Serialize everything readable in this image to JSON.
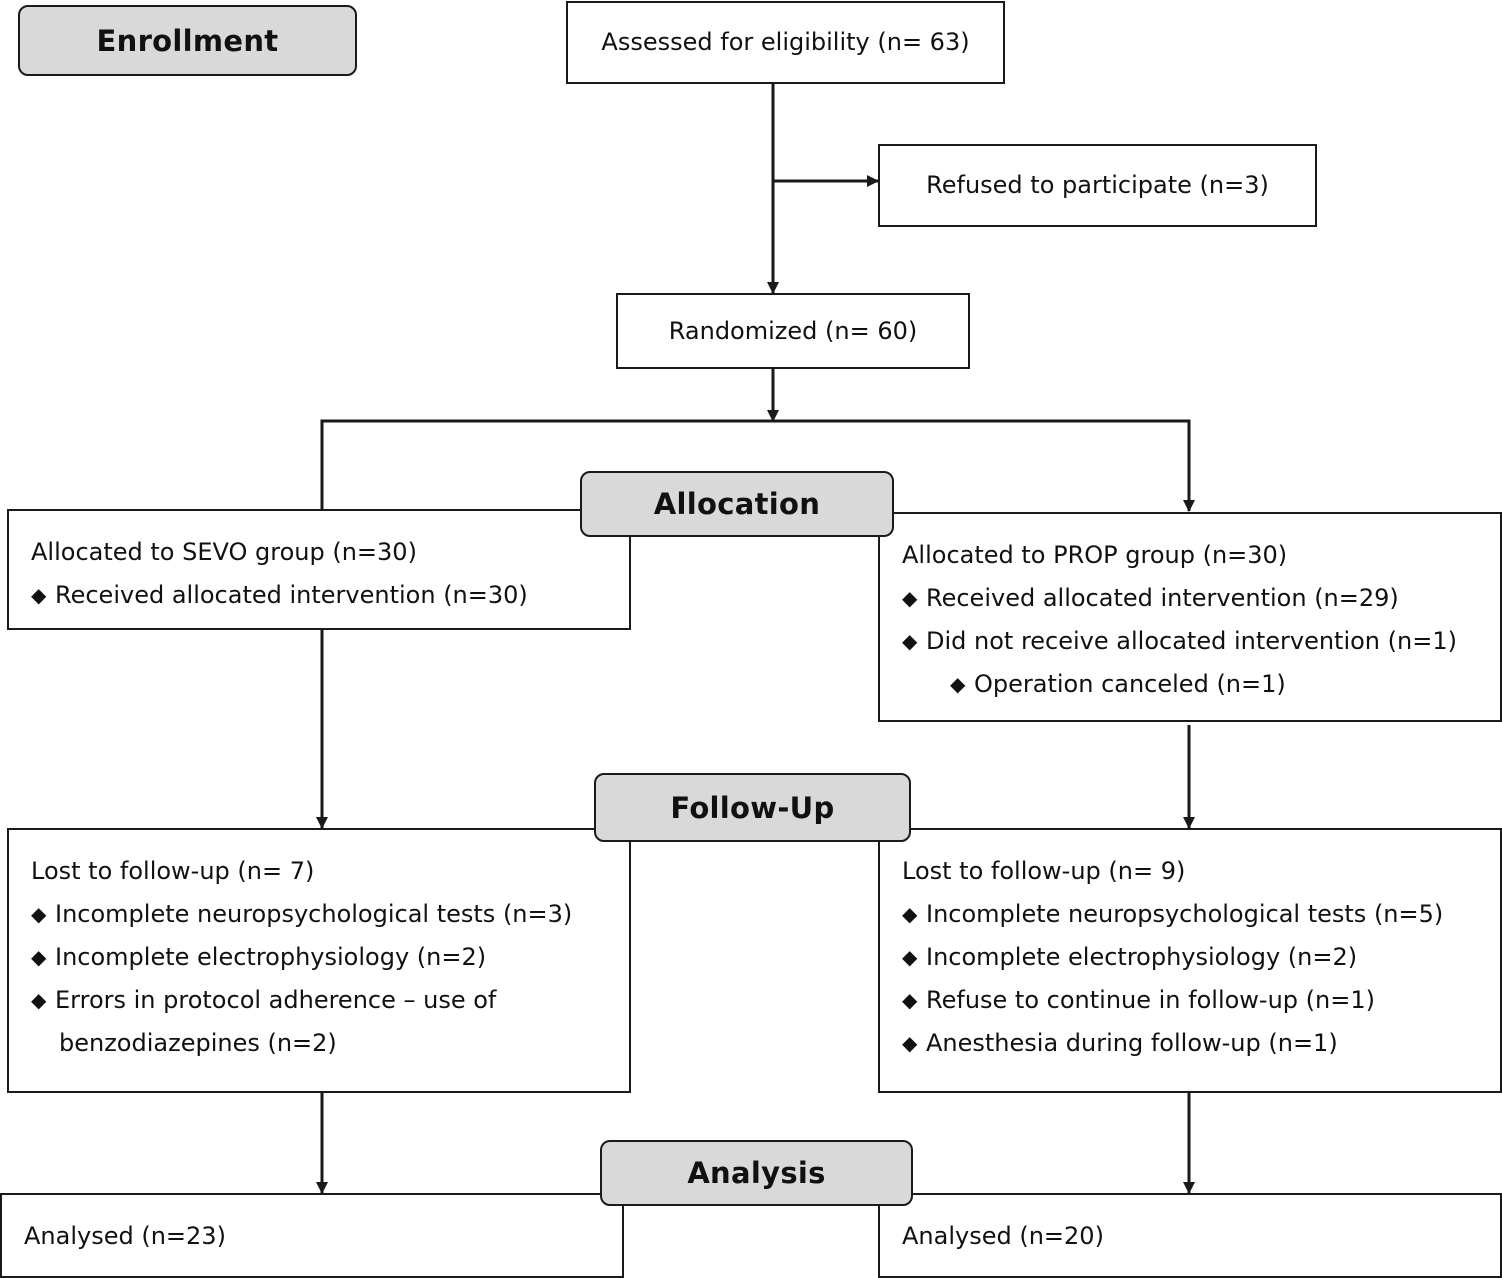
{
  "stages": {
    "enrollment": "Enrollment",
    "allocation": "Allocation",
    "follow_up": "Follow-Up",
    "analysis": "Analysis"
  },
  "enrollment": {
    "assessed": "Assessed for eligibility (n= 63)",
    "refused": "Refused to participate (n=3)",
    "randomized": "Randomized (n= 60)"
  },
  "allocation": {
    "sevo": {
      "title": "Allocated to SEVO group (n=30)",
      "items": [
        "Received allocated intervention (n=30)"
      ]
    },
    "prop": {
      "title": "Allocated to PROP group (n=30)",
      "items": [
        "Received allocated intervention (n=29)",
        "Did not receive allocated intervention (n=1)"
      ],
      "subitems": [
        "Operation canceled (n=1)"
      ]
    }
  },
  "follow_up": {
    "sevo": {
      "title": "Lost to follow-up (n= 7)",
      "items": [
        "Incomplete neuropsychological tests (n=3)",
        "Incomplete electrophysiology (n=2)",
        "Errors in protocol adherence – use of"
      ],
      "continuation": "benzodiazepines (n=2)"
    },
    "prop": {
      "title": "Lost to follow-up (n= 9)",
      "items": [
        "Incomplete neuropsychological tests (n=5)",
        "Incomplete electrophysiology (n=2)",
        "Refuse to continue in follow-up (n=1)",
        "Anesthesia during follow-up (n=1)"
      ]
    }
  },
  "analysis": {
    "sevo": "Analysed (n=23)",
    "prop": "Analysed (n=20)"
  }
}
